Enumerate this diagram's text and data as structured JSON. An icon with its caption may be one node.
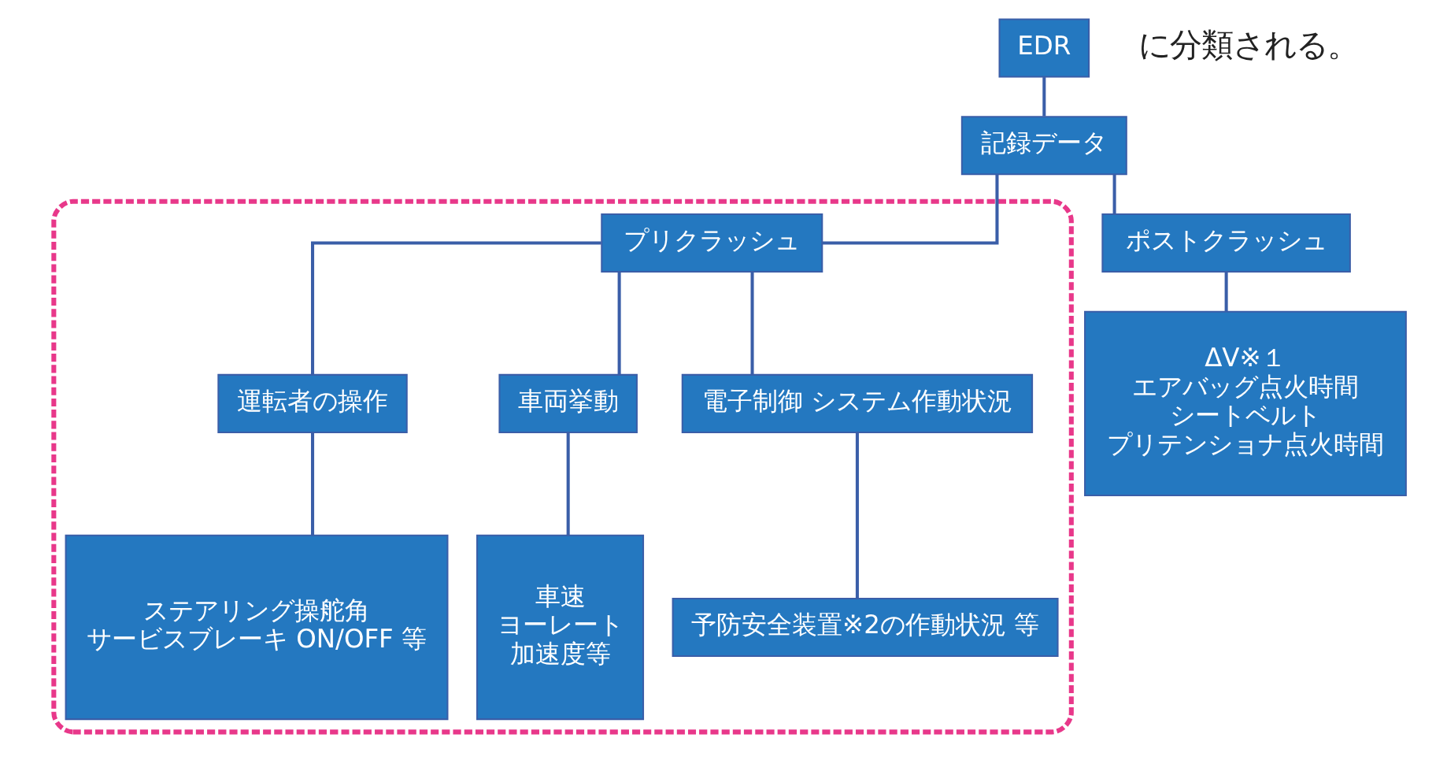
{
  "diagram": {
    "nodes": [
      {
        "text": [
          "EDR"
        ]
      },
      {
        "text": [
          "記録データ"
        ]
      },
      {
        "text": [],
        "shape": "box"
      },
      {
        "text": [
          "プリクラッシュ"
        ],
        "in": 2
      },
      {
        "text": [
          "ポストクラッシュ"
        ]
      },
      {
        "text": [
          "運転者の操作"
        ],
        "in": 2
      },
      {
        "text": [
          "車両挙動"
        ],
        "in": 2
      },
      {
        "text": [
          "電子制御 システム作動状況"
        ],
        "in": 2
      },
      {
        "text": [
          "ステアリング操舵角",
          "サービスブレーキ ON/OFF 等"
        ],
        "in": 2
      },
      {
        "text": [
          "車速",
          "ヨーレート",
          "加速度等"
        ],
        "in": 2
      },
      {
        "text": [
          "予防安全装置※2の作動状況 等"
        ],
        "in": 2
      },
      {
        "text": [
          "ΔV※１",
          "エアバッグ点火時間",
          "シートベルト",
          "プリテンショナ点火時間"
        ]
      }
    ],
    "edges": [
      {
        "from": 0,
        "to": 1,
        "arrow": "none"
      },
      {
        "from": 1,
        "to": 3,
        "arrow": "none"
      },
      {
        "from": 1,
        "to": 4,
        "arrow": "none"
      },
      {
        "from": 3,
        "to": 5,
        "arrow": "none"
      },
      {
        "from": 3,
        "to": 6,
        "arrow": "none"
      },
      {
        "from": 3,
        "to": 7,
        "arrow": "none"
      },
      {
        "from": 5,
        "to": 8,
        "arrow": "none"
      },
      {
        "from": 6,
        "to": 9,
        "arrow": "none"
      },
      {
        "from": 7,
        "to": 10,
        "arrow": "none"
      },
      {
        "from": 4,
        "to": 11,
        "arrow": "none"
      }
    ],
    "labels": [
      "に分類される。"
    ]
  }
}
